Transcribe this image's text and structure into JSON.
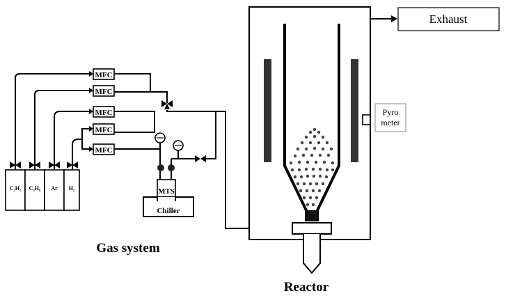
{
  "gas_system": {
    "title": "Gas system",
    "mfc_label": "MFC",
    "cylinders": [
      "C₂H₂",
      "C₃H₆",
      "Ar",
      "H₂"
    ],
    "mts_label": "MTS",
    "chiller_label": "Chiller"
  },
  "reactor": {
    "title": "Reactor",
    "exhaust_label": "Exhaust",
    "pyrometer_line1": "Pyro",
    "pyrometer_line2": "meter"
  }
}
